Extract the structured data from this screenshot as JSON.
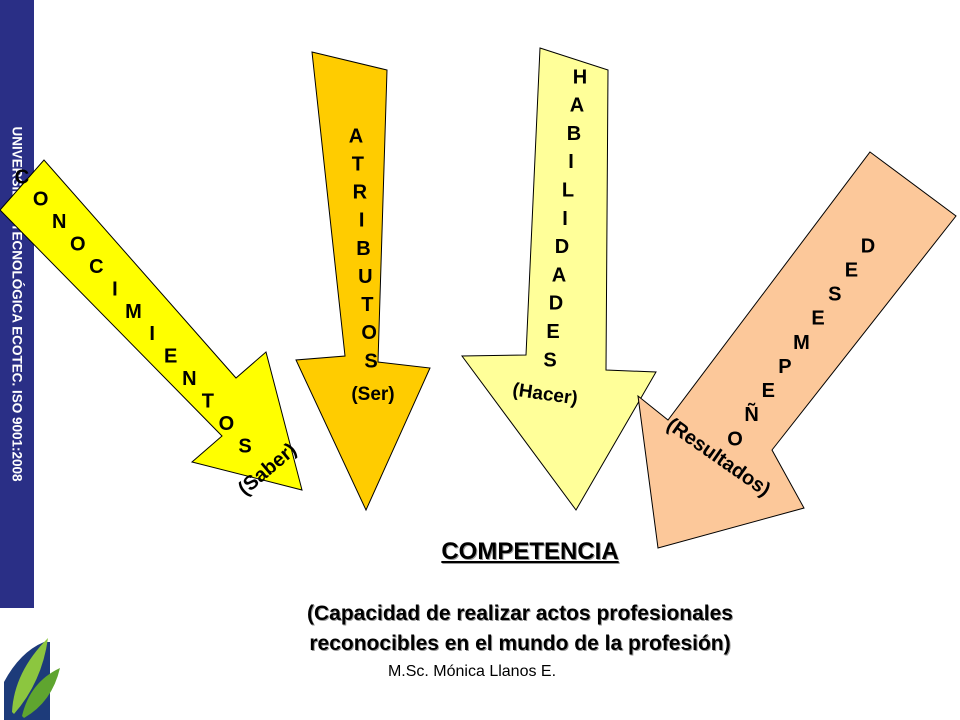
{
  "sidebar": {
    "text": "UNIVERSIDAD TECNOLÓGICA ECOTEC. ISO 9001:2008"
  },
  "arrows": {
    "conocimientos": {
      "letters": [
        "C",
        "O",
        "N",
        "O",
        "C",
        "I",
        "M",
        "I",
        "E",
        "N",
        "T",
        "O",
        "S"
      ],
      "caption": "(Saber)",
      "color": "#ffff00"
    },
    "atributos": {
      "letters": [
        "A",
        "T",
        "R",
        "I",
        "B",
        "U",
        "T",
        "O",
        "S"
      ],
      "caption": "(Ser)",
      "color": "#ffcc00"
    },
    "habilidades": {
      "letters": [
        "H",
        "A",
        "B",
        "I",
        "L",
        "I",
        "D",
        "A",
        "D",
        "E",
        "S"
      ],
      "caption": "(Hacer)",
      "color": "#ffff99"
    },
    "desempeno": {
      "letters": [
        "D",
        "E",
        "S",
        "E",
        "M",
        "P",
        "E",
        "Ñ",
        "O"
      ],
      "caption": "(Resultados)",
      "color": "#fcc89a"
    }
  },
  "title": "COMPETENCIA",
  "definition": {
    "line1": "(Capacidad de realizar actos profesionales",
    "line2": "reconocibles en el mundo de la profesión)"
  },
  "author": "M.Sc. Mónica Llanos E."
}
